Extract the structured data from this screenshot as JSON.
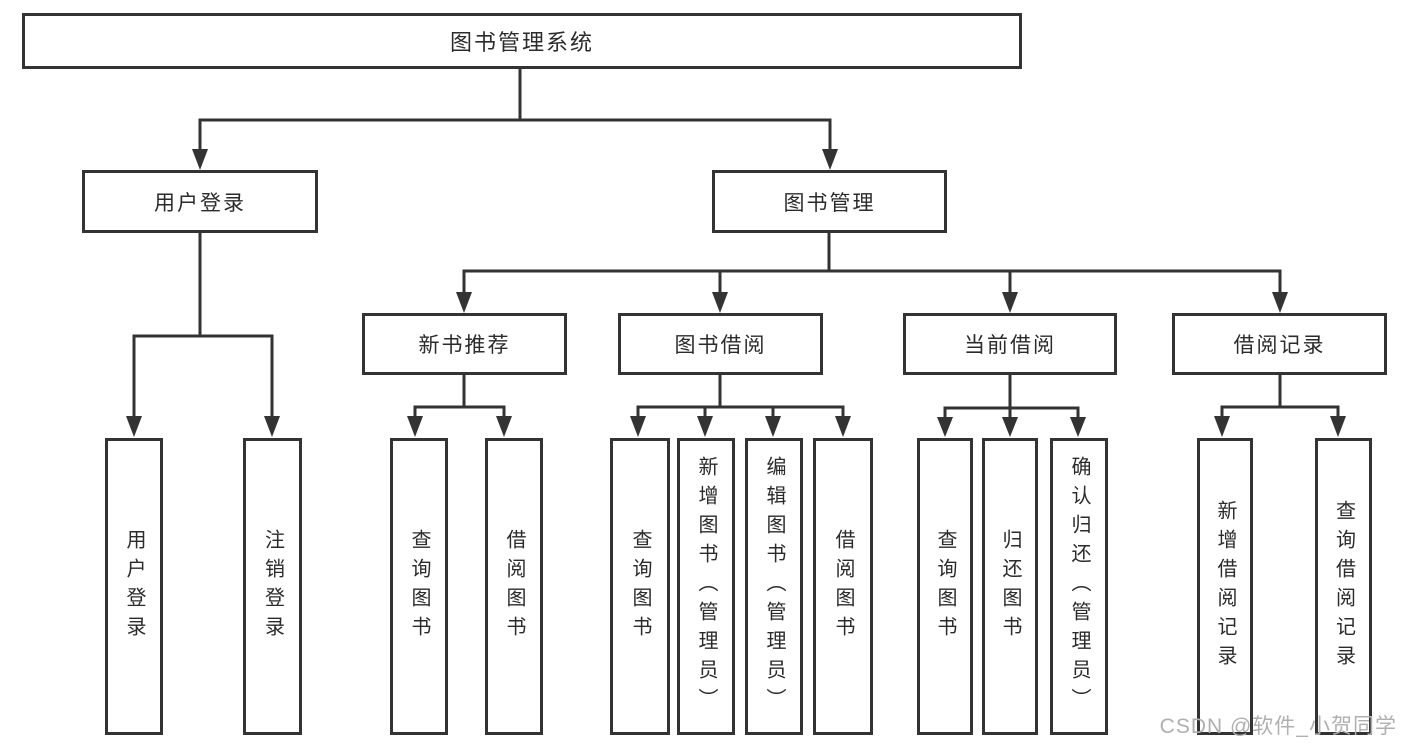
{
  "tree": {
    "root": "图书管理系统",
    "login": {
      "label": "用户登录",
      "children": [
        "用户登录",
        "注销登录"
      ]
    },
    "mgmt": {
      "label": "图书管理",
      "sections": [
        {
          "label": "新书推荐",
          "children": [
            "查询图书",
            "借阅图书"
          ]
        },
        {
          "label": "图书借阅",
          "children": [
            "查询图书",
            "新增图书（管理员）",
            "编辑图书（管理员）",
            "借阅图书"
          ]
        },
        {
          "label": "当前借阅",
          "children": [
            "查询图书",
            "归还图书",
            "确认归还（管理员）"
          ]
        },
        {
          "label": "借阅记录",
          "children": [
            "新增借阅记录",
            "查询借阅记录"
          ]
        }
      ]
    }
  },
  "watermark": {
    "text": "CSDN @软件_小贺同学"
  },
  "colors": {
    "line": "#333333",
    "text": "#2b2b2b",
    "watermark": "#b0b0b0",
    "bg": "#ffffff"
  }
}
